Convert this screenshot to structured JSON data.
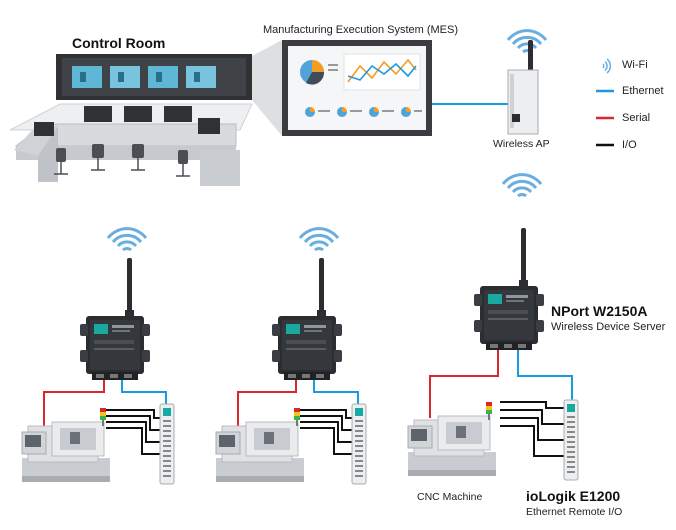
{
  "labels": {
    "control_room": "Control Room",
    "mes": "Manufacturing Execution System (MES)",
    "wireless_ap": "Wireless AP",
    "nport_name": "NPort W2150A",
    "nport_sub": "Wireless Device Server",
    "cnc_machine": "CNC Machine",
    "iologik_name": "ioLogik E1200",
    "iologik_sub": "Ethernet Remote I/O"
  },
  "legend": [
    {
      "label": "Wi-Fi",
      "icon": "wifi-icon",
      "color": "#6aaee0"
    },
    {
      "label": "Ethernet",
      "icon": "line-icon",
      "color": "#1a9be0"
    },
    {
      "label": "Serial",
      "icon": "line-icon",
      "color": "#d8282e"
    },
    {
      "label": "I/O",
      "icon": "line-icon",
      "color": "#111111"
    }
  ],
  "colors": {
    "wifi": "#6aaee0",
    "ethernet": "#1a9be0",
    "serial": "#d8282e",
    "io": "#111111",
    "device_dark": "#2b2d31",
    "device_teal": "#1aa9a0",
    "machine_gray": "#d9dbdd"
  }
}
